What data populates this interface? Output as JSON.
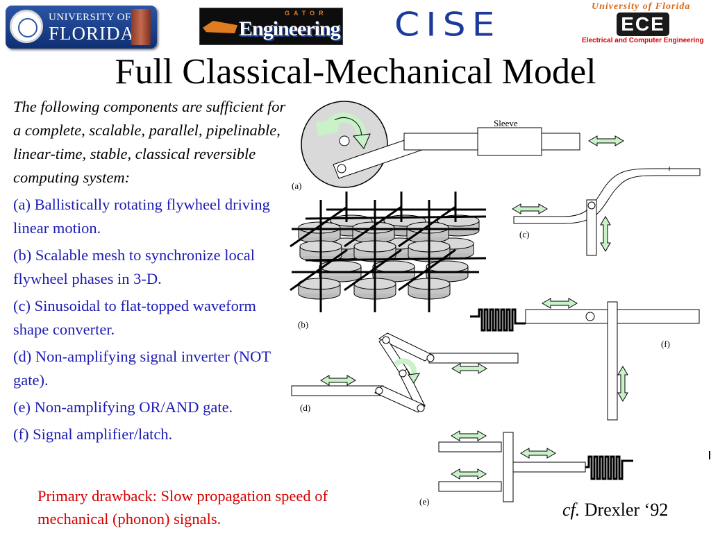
{
  "header": {
    "uf_logo": {
      "line1": "UNIVERSITY OF",
      "line2": "FLORIDA"
    },
    "engineering_logo": {
      "small": "GATOR",
      "big": "Engineering"
    },
    "cise_logo": "CISE",
    "ece_logo": {
      "top": "University of Florida",
      "mark": "ECE",
      "sub": "Electrical and Computer Engineering"
    }
  },
  "title": "Full Classical-Mechanical Model",
  "intro": "The following components are sufficient for a complete, scalable, parallel, pipelinable, linear-time, stable, classical reversible computing system:",
  "items": [
    "(a) Ballistically rotating flywheel driving linear motion.",
    "(b) Scalable mesh to synchronize local flywheel phases in 3-D.",
    "(c) Sinusoidal to flat-topped waveform shape converter.",
    "(d) Non-amplifying signal inverter (NOT gate).",
    "(e) Non-amplifying OR/AND gate.",
    "(f) Signal amplifier/latch."
  ],
  "drawback": "Primary drawback: Slow propagation speed of mechanical (phonon) signals.",
  "citation": {
    "cf": "cf.",
    "ref": " Drexler ‘92"
  },
  "diagram_labels": {
    "a": "(a)",
    "b": "(b)",
    "c": "(c)",
    "d": "(d)",
    "e": "(e)",
    "f": "(f)",
    "sleeve": "Sleeve"
  },
  "colors": {
    "title": "#000000",
    "item_text": "#1b1bb5",
    "drawback": "#d40000",
    "arrow_fill": "#c9f2c9",
    "wheel_fill": "#d9d9d9"
  }
}
